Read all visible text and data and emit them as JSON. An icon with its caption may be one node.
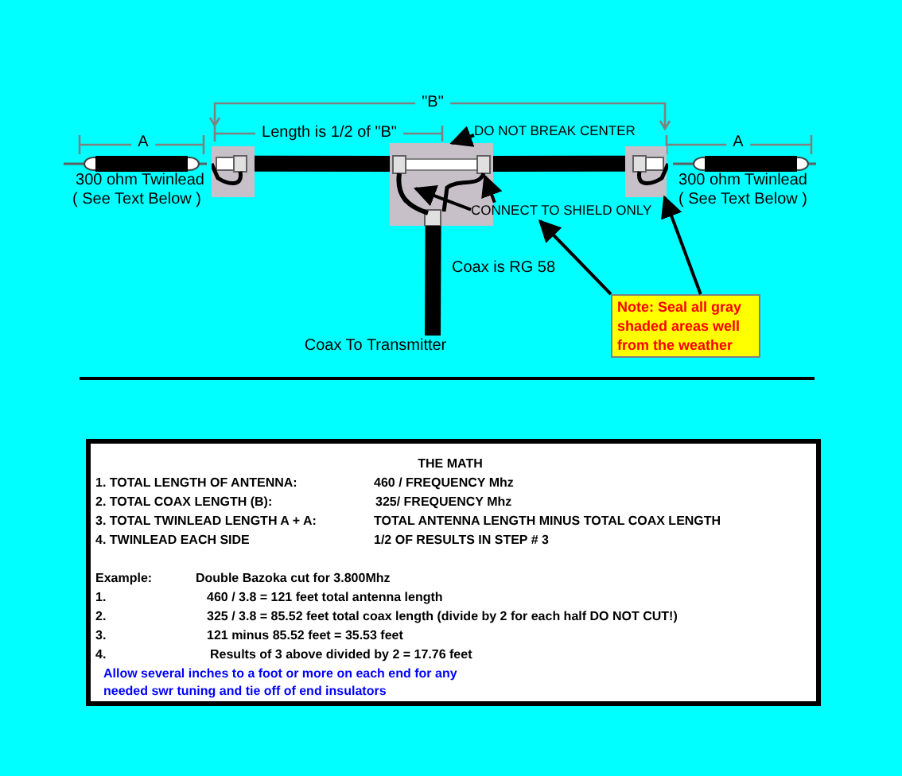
{
  "diagram": {
    "nodes": [
      {
        "text": [],
        "shape": "box"
      },
      {
        "text": [],
        "shape": "box"
      },
      {
        "text": [],
        "shape": "box"
      },
      {
        "text": [
          "DO NOT BREAK CENTER"
        ]
      },
      {
        "text": [
          "CONNECT TO SHIELD ONLY"
        ]
      },
      {
        "text": [
          "Note: Seal all gray shaded areas well from the weather"
        ]
      },
      {
        "text": [
          "Coax To Transmitter"
        ]
      }
    ],
    "edges": [
      {
        "from": 0,
        "to": 1,
        "arrow": "none",
        "style": "thick"
      },
      {
        "from": 1,
        "to": 2,
        "arrow": "none",
        "style": "thick"
      },
      {
        "from": 1,
        "to": 6,
        "arrow": "none",
        "style": "thick"
      },
      {
        "from": 3,
        "to": 1,
        "arrow": "to"
      },
      {
        "from": 4,
        "to": 1,
        "arrow": "to"
      },
      {
        "from": 4,
        "to": 1,
        "arrow": "to"
      },
      {
        "from": 5,
        "to": 4,
        "arrow": "to"
      },
      {
        "from": 5,
        "to": 2,
        "arrow": "to"
      }
    ],
    "labels": [
      "\"B\"",
      "Length is 1/2 of \"B\"",
      "A",
      "A",
      "300 ohm Twinlead",
      "( See Text Below )",
      "300 ohm Twinlead",
      "( See Text Below )",
      "Coax is RG 58",
      "THE MATH",
      "1. TOTAL LENGTH OF ANTENNA:",
      "460 / FREQUENCY Mhz",
      "2. TOTAL COAX LENGTH (B):",
      "325/ FREQUENCY Mhz",
      "3. TOTAL TWINLEAD LENGTH A + A:",
      "TOTAL ANTENNA LENGTH MINUS TOTAL COAX LENGTH",
      "4. TWINLEAD EACH SIDE",
      "1/2 OF RESULTS IN STEP # 3",
      "Example:",
      "Double Bazoka cut for 3.800Mhz",
      "1.",
      "460 / 3.8 = 121 feet total antenna length",
      "2.",
      "325 / 3.8 = 85.52 feet total coax length (divide by 2 for each half DO NOT CUT!)",
      "3.",
      "121 minus 85.52 feet = 35.53 feet",
      "4.",
      "Results of 3 above divided by 2 = 17.76 feet",
      "Allow several inches to a foot or more on each end for any needed swr tuning and tie off of end insulators"
    ]
  }
}
